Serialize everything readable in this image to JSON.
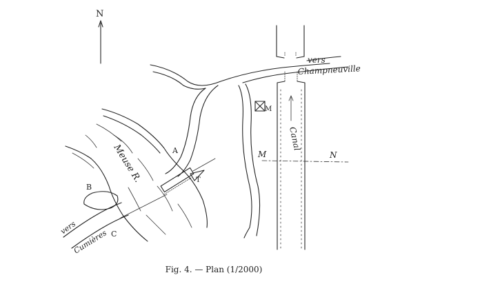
{
  "figure": {
    "north_label": "N",
    "caption": "Fig. 4. — Plan (1/2000)"
  },
  "labels": {
    "vers_top": "vers",
    "champneuville": "Champneuville",
    "m_building": "M",
    "canal": "Canal",
    "section_m": "M",
    "section_n": "N",
    "point_a": "A",
    "point_b": "B",
    "point_c": "C",
    "point_t": "T",
    "meuse": "Meuse R.",
    "vers_left": "vers",
    "cumieres": "Cumières"
  }
}
